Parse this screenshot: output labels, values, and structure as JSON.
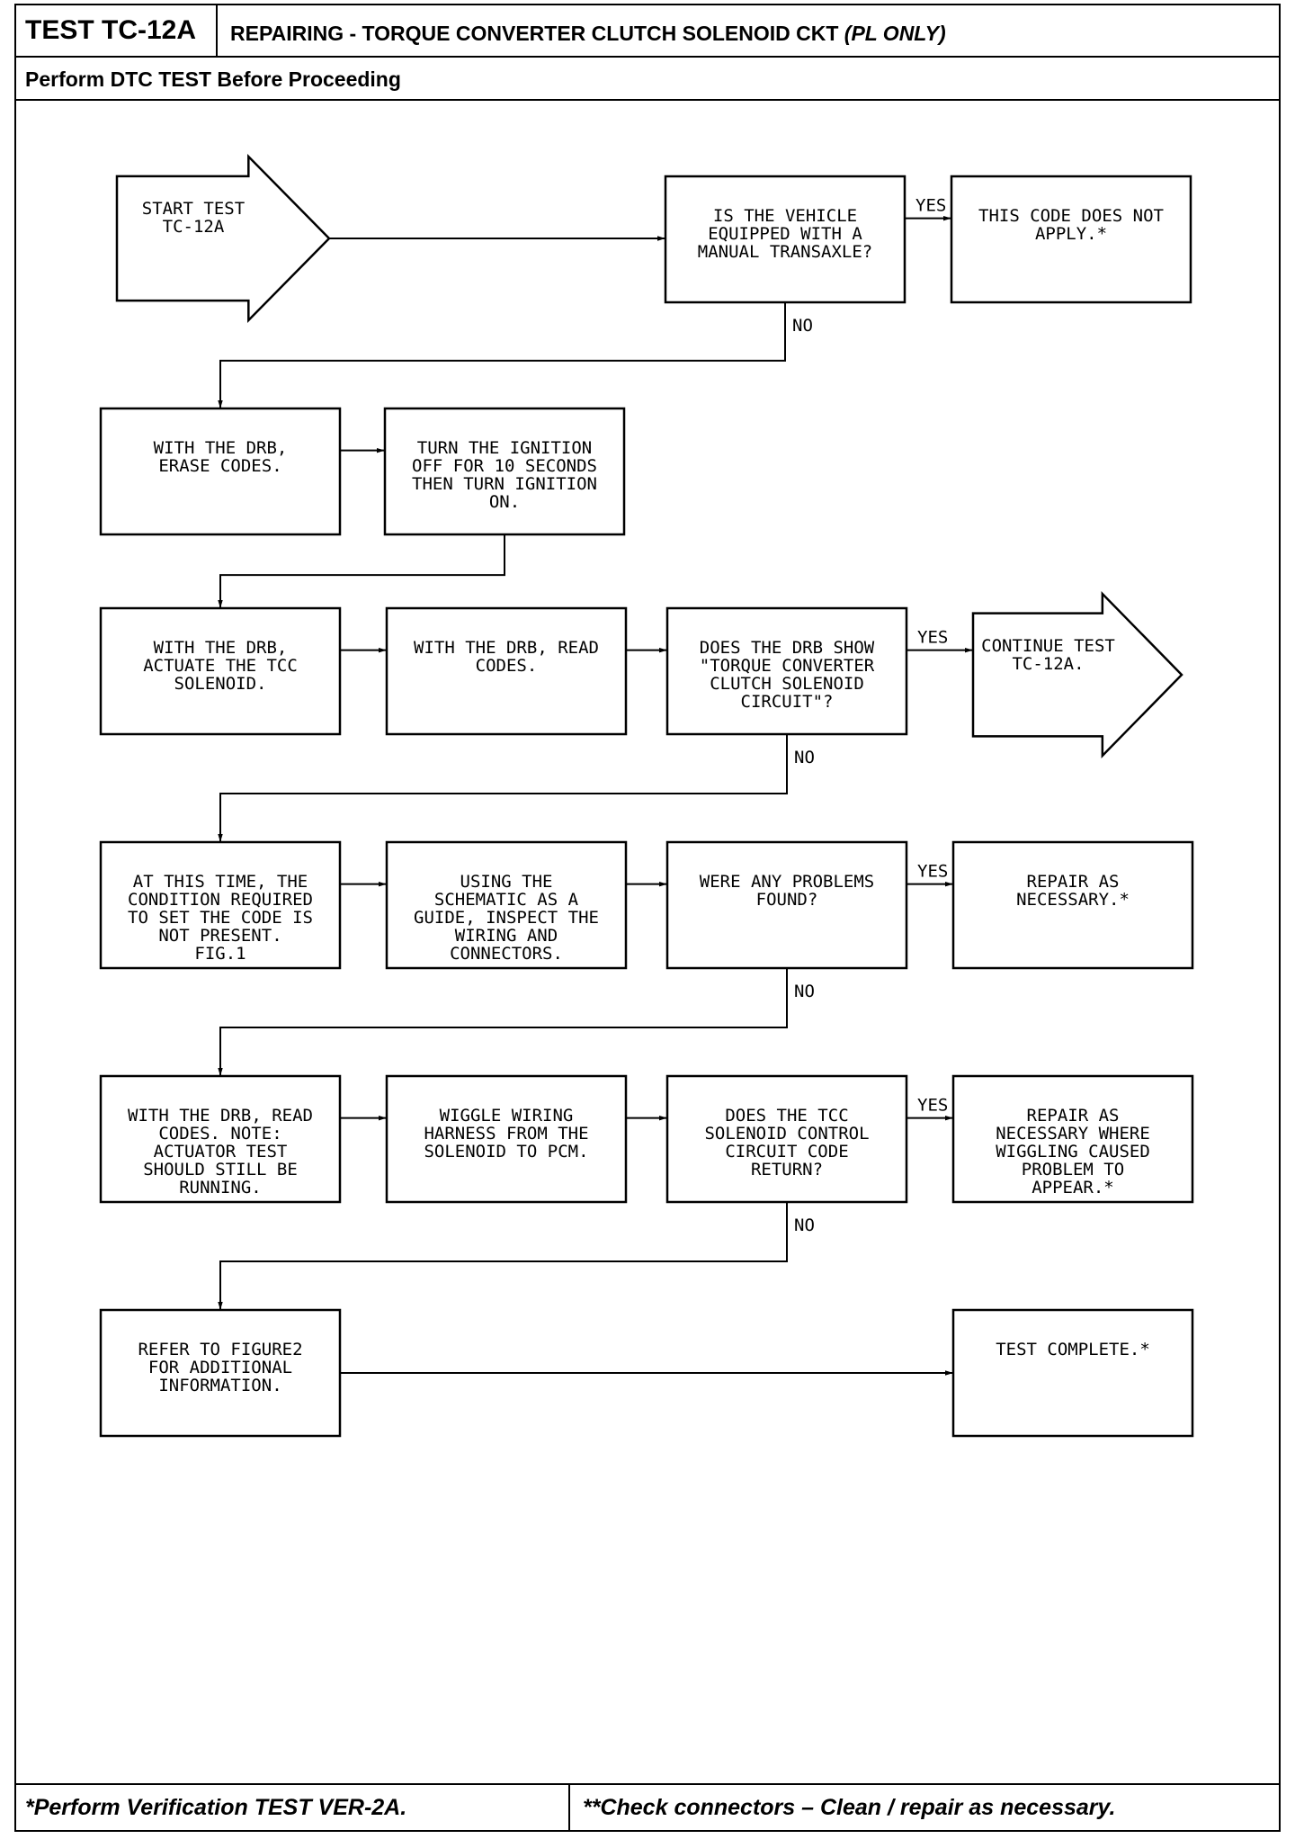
{
  "header": {
    "test_id": "TEST TC-12A",
    "title": "REPAIRING - TORQUE CONVERTER CLUTCH SOLENOID CKT ",
    "title_suffix": "(PL ONLY)",
    "subtitle": "Perform DTC TEST Before Proceeding"
  },
  "nodes": {
    "start": [
      "START TEST",
      "TC-12A"
    ],
    "q_manual": [
      "IS THE VEHICLE",
      "EQUIPPED WITH A",
      "MANUAL TRANSAXLE?"
    ],
    "not_apply": [
      "THIS CODE DOES NOT",
      "APPLY.*"
    ],
    "erase": [
      "WITH THE DRB,",
      "ERASE CODES."
    ],
    "ignition": [
      "TURN THE IGNITION",
      "OFF FOR 10 SECONDS",
      "THEN TURN IGNITION",
      "ON."
    ],
    "actuate": [
      "WITH THE DRB,",
      "ACTUATE THE TCC",
      "SOLENOID."
    ],
    "read": [
      "WITH THE DRB, READ",
      "CODES."
    ],
    "q_show": [
      "DOES THE DRB SHOW",
      "\"TORQUE CONVERTER",
      "CLUTCH SOLENOID",
      "CIRCUIT\"?"
    ],
    "continue": [
      "CONTINUE TEST",
      "TC-12A."
    ],
    "at_time": [
      "AT THIS TIME, THE",
      "CONDITION REQUIRED",
      "TO SET THE CODE IS",
      "NOT PRESENT.",
      "FIG.1"
    ],
    "schematic": [
      "USING THE",
      "SCHEMATIC AS A",
      "GUIDE, INSPECT THE",
      "WIRING AND",
      "CONNECTORS."
    ],
    "q_problems": [
      "WERE ANY PROBLEMS",
      "FOUND?"
    ],
    "repair1": [
      "REPAIR AS",
      "NECESSARY.*"
    ],
    "read_note": [
      "WITH THE DRB, READ",
      "CODES. NOTE:",
      "ACTUATOR TEST",
      "SHOULD STILL BE",
      "RUNNING."
    ],
    "wiggle": [
      "WIGGLE WIRING",
      "HARNESS FROM THE",
      "SOLENOID TO PCM."
    ],
    "q_return": [
      "DOES THE TCC",
      "SOLENOID CONTROL",
      "CIRCUIT CODE",
      "RETURN?"
    ],
    "repair2": [
      "REPAIR AS",
      "NECESSARY WHERE",
      "WIGGLING CAUSED",
      "PROBLEM TO",
      "APPEAR.*"
    ],
    "refer": [
      "REFER TO FIGURE2",
      "FOR ADDITIONAL",
      "INFORMATION."
    ],
    "complete": [
      "TEST COMPLETE.*"
    ]
  },
  "labels": {
    "yes": "YES",
    "no": "NO"
  },
  "footer": {
    "left": "*Perform Verification TEST VER-2A.",
    "right": "**Check connectors – Clean / repair as necessary."
  }
}
